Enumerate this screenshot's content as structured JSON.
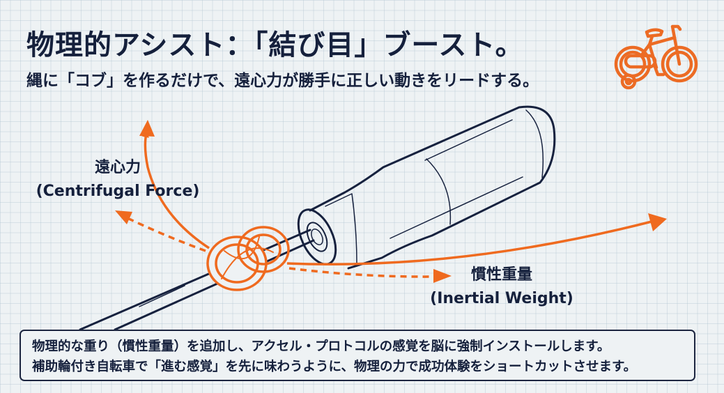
{
  "header": {
    "title": "物理的アシスト：「結び目」ブースト。",
    "subtitle": "縄に「コブ」を作るだけで、遠心力が勝手に正しい動きをリードする。"
  },
  "icons": {
    "bicycle": "bicycle-with-training-wheels-icon"
  },
  "diagram": {
    "centrifugal_label_ja": "遠心力",
    "centrifugal_label_en": "(Centrifugal Force)",
    "inertial_label_ja": "慣性重量",
    "inertial_label_en": "(Inertial Weight)",
    "elements": [
      "jump-rope-handle",
      "rope",
      "knot",
      "centrifugal-arrow",
      "centrifugal-dashed-arrow",
      "inertia-arrow",
      "inertia-dashed-arrow"
    ]
  },
  "caption": {
    "line1": "物理的な重り（慣性重量）を追加し、アクセル・プロトコルの感覚を脳に強制インストールします。",
    "line2": "補助輪付き自転車で「進む感覚」を先に味わうように、物理の力で成功体験をショートカットさせます。"
  },
  "colors": {
    "background": "#eef2f4",
    "navy": "#16213e",
    "accent_orange": "#ef6a1f"
  }
}
